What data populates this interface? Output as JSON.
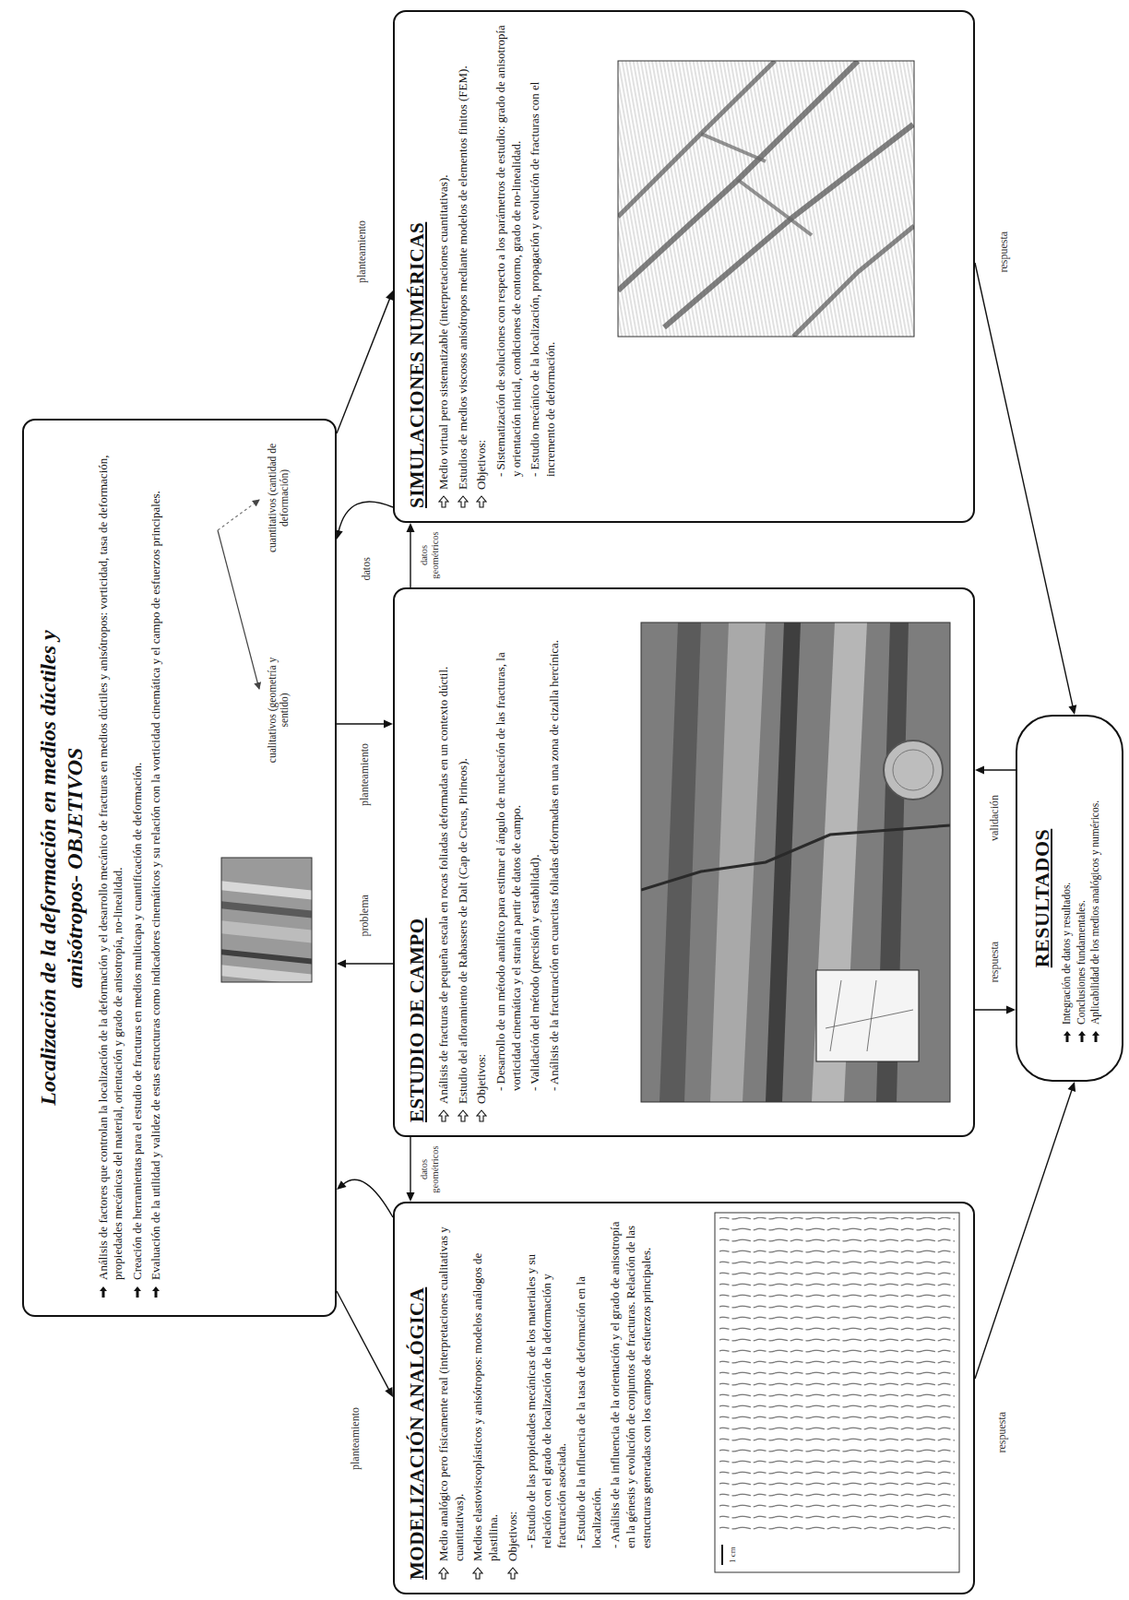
{
  "diagram": {
    "nodes": [
      {
        "text": [
          "Localización de la deformación en medios dúctiles y anisótropos- OBJETIVOS",
          "Análisis de factores que controlan la localización de la deformación y el desarrollo mecánico de fracturas en medios dúctiles y anisótropos: vorticidad, tasa de deformación, propiedades mecánicas del material, orientación y grado de anisotropía, no-linealidad.",
          "Creación de herramientas para el estudio de fracturas en medios multicapa y cuantificación de deformación.",
          "Evaluación de la utilidad y validez de estas estructuras como indicadores cinemáticos y su relación con la vorticidad cinemática y el campo de esfuerzos principales."
        ]
      },
      {
        "text": [
          "MODELIZACIÓN ANALÓGICA",
          "Medio analógico pero físicamente real (interpretaciones cualitativas y cuantitativas).",
          "Medios elastoviscoplásticos y anisótropos: modelos análogos de plastilina.",
          "Objetivos:",
          "- Estudio de las propiedades mecánicas de los materiales y su relación con el grado de localización de la deformación y fracturación asociada.",
          "- Estudio de la influencia de la tasa de deformación en la localización.",
          "- Análisis de la influencia de la orientación y el grado de anisotropía en la génesis y evolución de conjuntos de fracturas. Relación de las estructuras generadas con los campos de esfuerzos principales."
        ]
      },
      {
        "text": [
          "ESTUDIO DE CAMPO",
          "Análisis de fracturas de pequeña escala en rocas foliadas deformadas en un contexto dúctil.",
          "Estudio del afloramiento de Rabassers de Dalt (Cap de Creus, Pirineos).",
          "Objetivos:",
          "- Desarrollo de un método analítico para estimar el ángulo de nucleación de las fracturas, la vorticidad cinemática y el strain a partir de datos de campo.",
          "- Validación del método (precisión y estabilidad).",
          "- Análisis de la fracturación en cuarcitas foliadas deformadas en una zona de cizalla hercínica."
        ]
      },
      {
        "text": [
          "SIMULACIONES NUMÉRICAS",
          "Medio virtual pero sistematizable (interpretaciones cuantitativas).",
          "Estudios de medios viscosos anisótropos mediante modelos de elementos finitos (FEM).",
          "Objetivos:",
          "- Sistematización de soluciones con respecto a los parámetros de estudio: grado de anisotropía y orientación inicial, condiciones de contorno, grado de no-linealidad.",
          "- Estudio mecánico de la localización, propagación y evolución de fracturas con el incremento de deformación."
        ]
      },
      {
        "text": [
          "RESULTADOS",
          "Integración de datos y resultados.",
          "Conclusiones fundamentales.",
          "Aplicabilidad de los medios analógicos y numéricos."
        ]
      }
    ],
    "edges": [
      {
        "from": 0,
        "to": 1,
        "label": "planteamiento",
        "arrow": "to"
      },
      {
        "from": 1,
        "to": 0,
        "arrow": "to"
      },
      {
        "from": 0,
        "to": 2,
        "label": "planteamiento",
        "arrow": "to"
      },
      {
        "from": 2,
        "to": 0,
        "label": "problema",
        "arrow": "to"
      },
      {
        "from": 0,
        "to": 3,
        "label": "planteamiento",
        "arrow": "to"
      },
      {
        "from": 3,
        "to": 0,
        "label": "datos",
        "arrow": "to"
      },
      {
        "from": 2,
        "to": 1,
        "label": "datos geométricos",
        "arrow": "to"
      },
      {
        "from": 2,
        "to": 3,
        "label": "datos geométricos",
        "arrow": "to"
      },
      {
        "from": 1,
        "to": 4,
        "label": "respuesta",
        "arrow": "to"
      },
      {
        "from": 2,
        "to": 4,
        "label": "respuesta",
        "arrow": "to"
      },
      {
        "from": 3,
        "to": 4,
        "label": "respuesta",
        "arrow": "to"
      },
      {
        "from": 4,
        "to": 2,
        "label": "validación",
        "arrow": "to"
      }
    ],
    "labels": [
      "cualitativos (geometría y sentido)",
      "cuantitativos (cantidad de deformación)",
      "1 cm"
    ]
  }
}
